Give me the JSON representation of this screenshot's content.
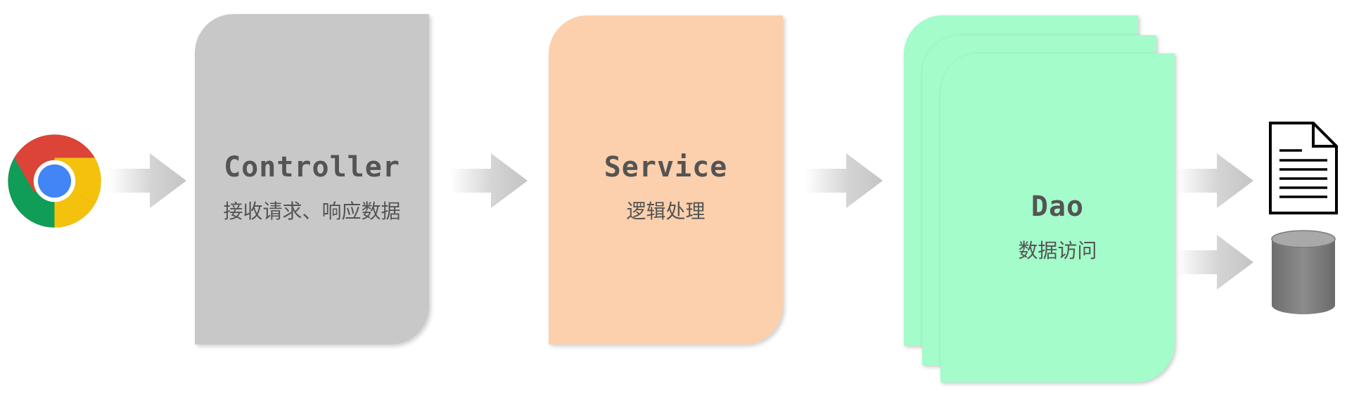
{
  "layers": {
    "controller": {
      "title": "Controller",
      "subtitle": "接收请求、响应数据"
    },
    "service": {
      "title": "Service",
      "subtitle": "逻辑处理"
    },
    "dao": {
      "title": "Dao",
      "subtitle": "数据访问"
    }
  },
  "icons": {
    "client": "browser-icon",
    "file": "document-icon",
    "database": "database-icon",
    "flow": "arrow-right-icon"
  },
  "colors": {
    "controller": "#c8c8c8",
    "service": "#fcd0ad",
    "dao": "#a3fcca",
    "text": "#545454",
    "arrow": "#cccccc"
  }
}
